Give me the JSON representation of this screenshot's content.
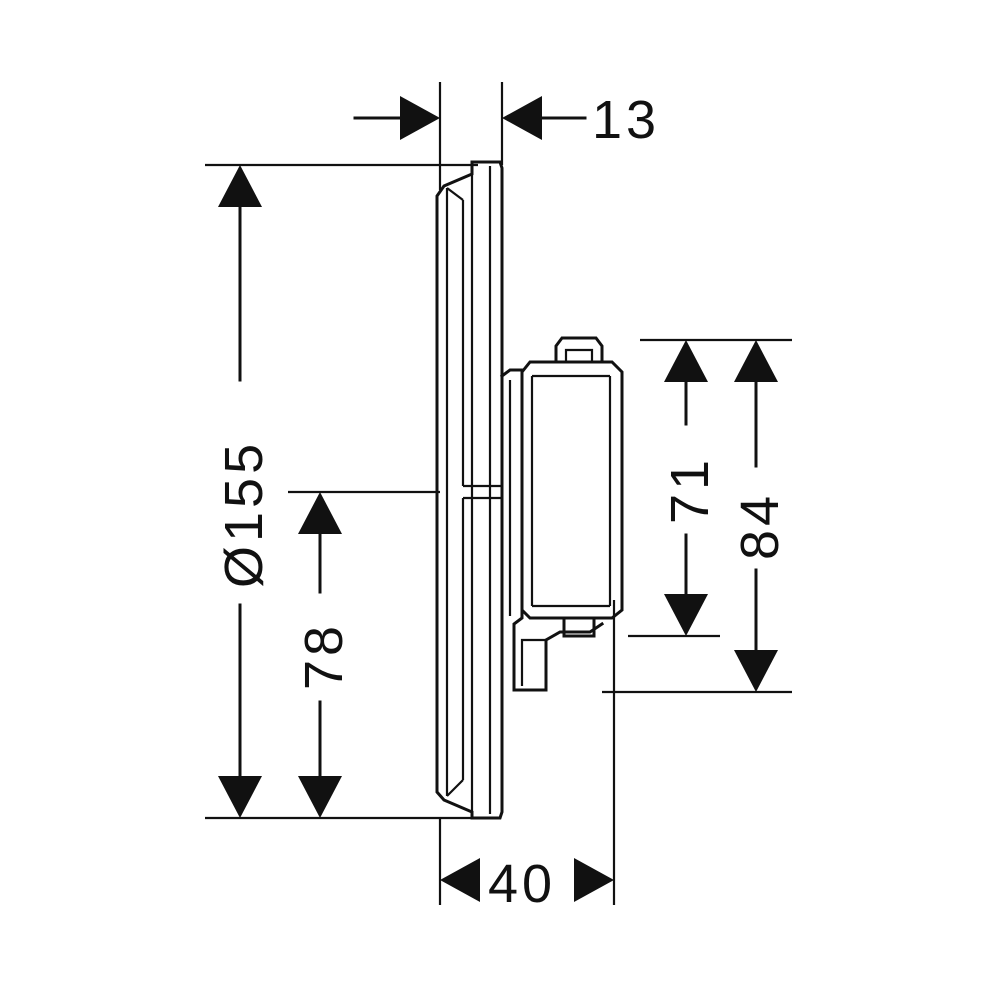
{
  "dimensions": {
    "top_depth": "13",
    "diameter": "Ø155",
    "height_lower": "78",
    "height_71": "71",
    "height_84": "84",
    "depth_total": "40"
  },
  "colors": {
    "line": "#111111",
    "background": "#ffffff"
  }
}
